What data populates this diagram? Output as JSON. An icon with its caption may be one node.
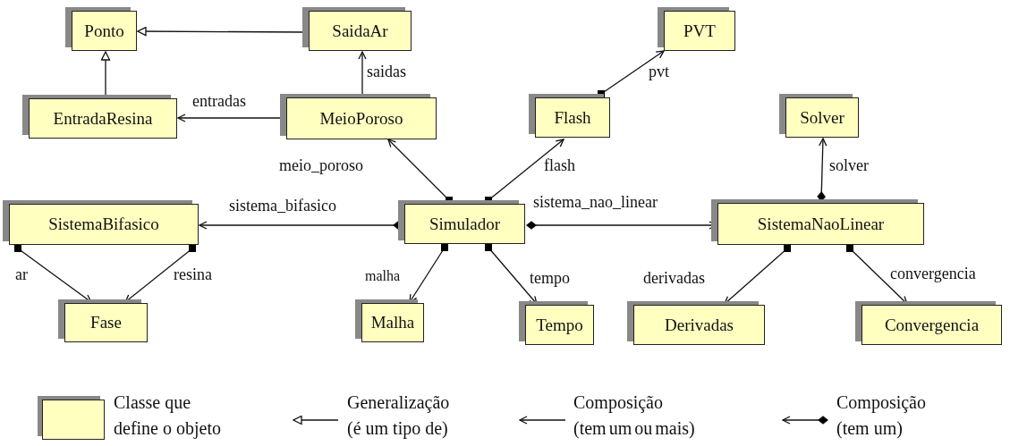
{
  "diagram": {
    "nodes": [
      {
        "text": [
          "Ponto"
        ]
      },
      {
        "text": [
          "SaidaAr"
        ]
      },
      {
        "text": [
          "PVT"
        ]
      },
      {
        "text": [
          "EntradaResina"
        ]
      },
      {
        "text": [
          "MeioPoroso"
        ]
      },
      {
        "text": [
          "Flash"
        ]
      },
      {
        "text": [
          "Solver"
        ]
      },
      {
        "text": [
          "SistemaBifasico"
        ]
      },
      {
        "text": [
          "Simulador"
        ]
      },
      {
        "text": [
          "SistemaNaoLinear"
        ]
      },
      {
        "text": [
          "Fase"
        ]
      },
      {
        "text": [
          "Malha"
        ]
      },
      {
        "text": [
          "Tempo"
        ]
      },
      {
        "text": [
          "Derivadas"
        ]
      },
      {
        "text": [
          "Convergencia"
        ]
      }
    ],
    "edges": [
      {
        "from": 1,
        "to": 0,
        "arrow": "to"
      },
      {
        "from": 3,
        "to": 0,
        "arrow": "to"
      },
      {
        "from": 4,
        "to": 1,
        "arrow": "to",
        "label": "saidas"
      },
      {
        "from": 4,
        "to": 3,
        "arrow": "to",
        "label": "entradas"
      },
      {
        "from": 5,
        "to": 2,
        "arrow": "to",
        "label": "pvt"
      },
      {
        "from": 8,
        "to": 4,
        "arrow": "to",
        "label": "meio_poroso"
      },
      {
        "from": 8,
        "to": 5,
        "arrow": "to",
        "label": "flash"
      },
      {
        "from": 9,
        "to": 6,
        "arrow": "to",
        "label": "solver"
      },
      {
        "from": 8,
        "to": 7,
        "arrow": "to",
        "label": "sistema_bifasico"
      },
      {
        "from": 8,
        "to": 9,
        "arrow": "to",
        "label": "sistema_nao_linear"
      },
      {
        "from": 7,
        "to": 10,
        "arrow": "to",
        "label": "ar"
      },
      {
        "from": 7,
        "to": 10,
        "arrow": "to",
        "label": "resina"
      },
      {
        "from": 8,
        "to": 11,
        "arrow": "to",
        "label": "malha"
      },
      {
        "from": 8,
        "to": 12,
        "arrow": "to",
        "label": "tempo"
      },
      {
        "from": 9,
        "to": 13,
        "arrow": "to",
        "label": "derivadas"
      },
      {
        "from": 9,
        "to": 14,
        "arrow": "to",
        "label": "convergencia"
      }
    ],
    "legend": [
      {
        "text": "Classe que define o objeto",
        "color": "#ffffc0"
      },
      {
        "text": "Generalização (é um tipo de)"
      },
      {
        "text": "Composição (tem um ou mais)"
      },
      {
        "text": "Composição (tem um)"
      }
    ]
  }
}
